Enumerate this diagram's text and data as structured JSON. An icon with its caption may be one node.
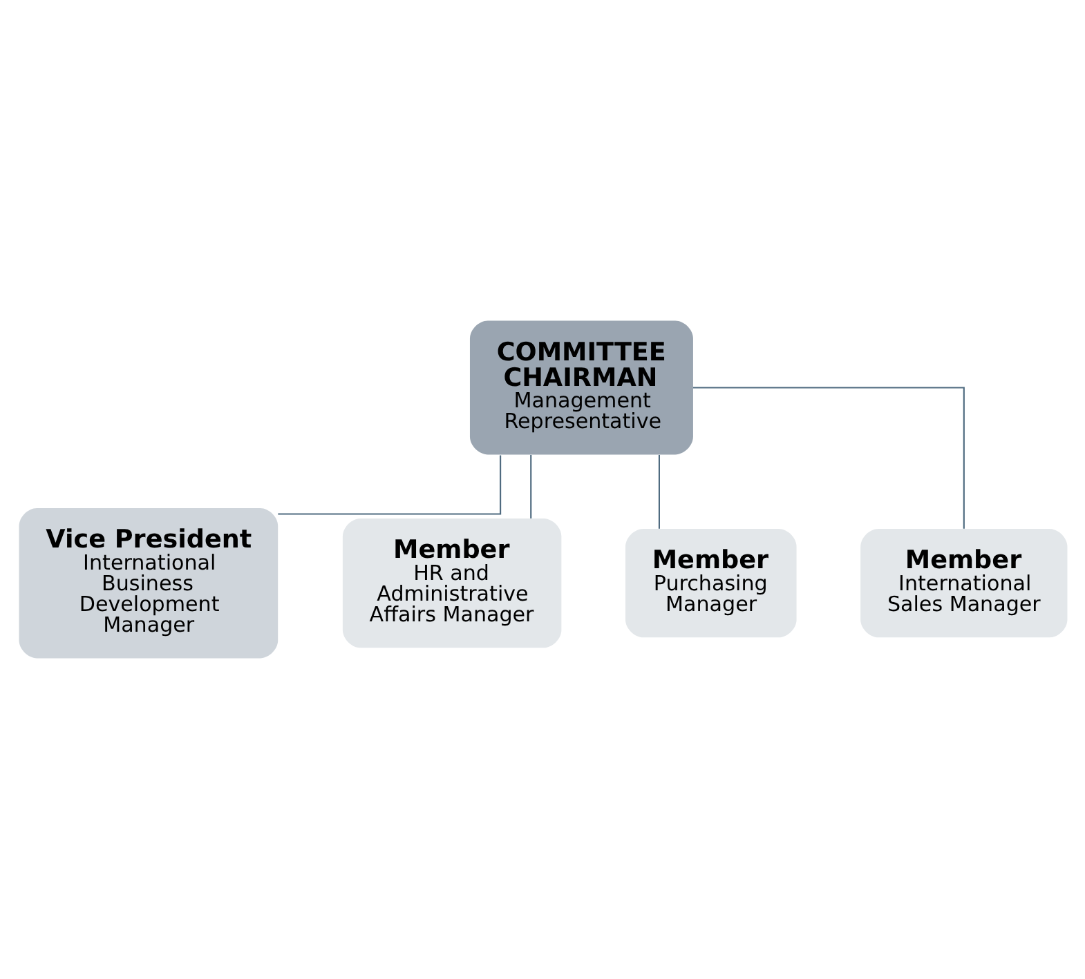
{
  "diagram": {
    "nodes": [
      {
        "text": [
          "COMMITTEE CHAIRMAN",
          "Management Representative"
        ]
      },
      {
        "text": [
          "Vice President",
          "International Business Development Manager"
        ]
      },
      {
        "text": [
          "Member",
          "HR and Administrative Affairs Manager"
        ]
      },
      {
        "text": [
          "Member",
          "Purchasing Manager"
        ]
      },
      {
        "text": [
          "Member",
          "International Sales Manager"
        ]
      }
    ],
    "edges": [
      {
        "from": 0,
        "to": 1,
        "arrow": "none"
      },
      {
        "from": 0,
        "to": 2,
        "arrow": "none"
      },
      {
        "from": 0,
        "to": 3,
        "arrow": "none"
      },
      {
        "from": 0,
        "to": 4,
        "arrow": "none"
      }
    ]
  }
}
